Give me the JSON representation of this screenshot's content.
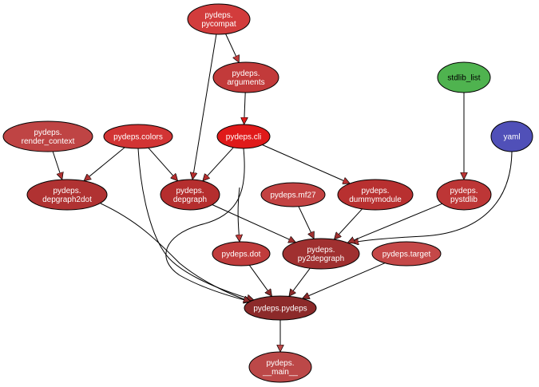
{
  "graph": {
    "nodes": [
      {
        "id": "pycompat",
        "lines": [
          "pydeps.",
          "pycompat"
        ],
        "color": "#d23c3c",
        "text_color": "#ffffff"
      },
      {
        "id": "arguments",
        "lines": [
          "pydeps.",
          "arguments"
        ],
        "color": "#c23a3a",
        "text_color": "#ffffff"
      },
      {
        "id": "stdlib_list",
        "lines": [
          "stdlib_list"
        ],
        "color": "#4fb34f",
        "text_color": "#000000"
      },
      {
        "id": "render_context",
        "lines": [
          "pydeps.",
          "render_context"
        ],
        "color": "#bf4444",
        "text_color": "#ffffff"
      },
      {
        "id": "colors",
        "lines": [
          "pydeps.colors"
        ],
        "color": "#d23434",
        "text_color": "#ffffff"
      },
      {
        "id": "cli",
        "lines": [
          "pydeps.cli"
        ],
        "color": "#e01a1a",
        "text_color": "#ffffff"
      },
      {
        "id": "yaml",
        "lines": [
          "yaml"
        ],
        "color": "#5050b8",
        "text_color": "#ffffff"
      },
      {
        "id": "depgraph2dot",
        "lines": [
          "pydeps.",
          "depgraph2dot"
        ],
        "color": "#b03232",
        "text_color": "#ffffff"
      },
      {
        "id": "depgraph",
        "lines": [
          "pydeps.",
          "depgraph"
        ],
        "color": "#b52e2e",
        "text_color": "#ffffff"
      },
      {
        "id": "mf27",
        "lines": [
          "pydeps.mf27"
        ],
        "color": "#c34242",
        "text_color": "#ffffff"
      },
      {
        "id": "dummymodule",
        "lines": [
          "pydeps.",
          "dummymodule"
        ],
        "color": "#b83030",
        "text_color": "#ffffff"
      },
      {
        "id": "pystdlib",
        "lines": [
          "pydeps.",
          "pystdlib"
        ],
        "color": "#bd3636",
        "text_color": "#ffffff"
      },
      {
        "id": "dot",
        "lines": [
          "pydeps.dot"
        ],
        "color": "#c03c3c",
        "text_color": "#ffffff"
      },
      {
        "id": "py2depgraph",
        "lines": [
          "pydeps.",
          "py2depgraph"
        ],
        "color": "#a03030",
        "text_color": "#ffffff"
      },
      {
        "id": "target",
        "lines": [
          "pydeps.target"
        ],
        "color": "#c54848",
        "text_color": "#ffffff"
      },
      {
        "id": "pydeps",
        "lines": [
          "pydeps.pydeps"
        ],
        "color": "#8c2a2a",
        "text_color": "#ffffff"
      },
      {
        "id": "main",
        "lines": [
          "pydeps.",
          "__main__"
        ],
        "color": "#bc4848",
        "text_color": "#ffffff"
      }
    ],
    "edges": [
      {
        "from": "pycompat",
        "to": "arguments"
      },
      {
        "from": "pycompat",
        "to": "depgraph"
      },
      {
        "from": "arguments",
        "to": "cli"
      },
      {
        "from": "stdlib_list",
        "to": "pystdlib"
      },
      {
        "from": "render_context",
        "to": "depgraph2dot"
      },
      {
        "from": "colors",
        "to": "depgraph2dot"
      },
      {
        "from": "colors",
        "to": "depgraph"
      },
      {
        "from": "colors",
        "to": "pydeps"
      },
      {
        "from": "cli",
        "to": "depgraph"
      },
      {
        "from": "cli",
        "to": "dummymodule"
      },
      {
        "from": "cli",
        "to": "dot"
      },
      {
        "from": "cli",
        "to": "pydeps"
      },
      {
        "from": "yaml",
        "to": "py2depgraph"
      },
      {
        "from": "depgraph2dot",
        "to": "pydeps"
      },
      {
        "from": "depgraph",
        "to": "py2depgraph"
      },
      {
        "from": "mf27",
        "to": "py2depgraph"
      },
      {
        "from": "dummymodule",
        "to": "py2depgraph"
      },
      {
        "from": "pystdlib",
        "to": "py2depgraph"
      },
      {
        "from": "dot",
        "to": "pydeps"
      },
      {
        "from": "py2depgraph",
        "to": "pydeps"
      },
      {
        "from": "target",
        "to": "pydeps"
      },
      {
        "from": "pydeps",
        "to": "main"
      }
    ]
  }
}
